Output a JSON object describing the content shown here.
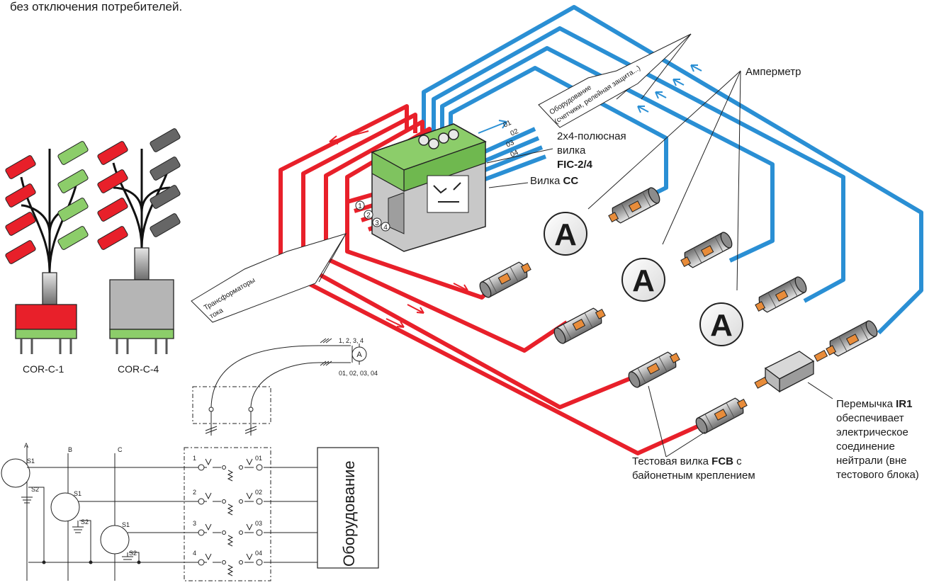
{
  "header": {
    "text": "без отключения потребителей."
  },
  "products": {
    "left_name": "COR-C-1",
    "right_name": "COR-C-4"
  },
  "callouts": {
    "equipment": "Оборудование\n(счетчики, релейная защита...)",
    "transformers": "Трансформаторы\nтока",
    "ammeter": "Амперметр",
    "plug_fic_line1": "2x4-полюсная",
    "plug_fic_line2": "вилка",
    "plug_fic_code": "FIC-2/4",
    "plug_cc_prefix": "Вилка",
    "plug_cc_code": "CC",
    "fcb_prefix": "Тестовая вилка",
    "fcb_code": "FCB",
    "fcb_suffix": "с",
    "fcb_line2": "байонетным креплением",
    "ir1_prefix": "Перемычка",
    "ir1_code": "IR1",
    "ir1_line2": "обеспечивает",
    "ir1_line3": "электрическое",
    "ir1_line4": "соединение",
    "ir1_line5": "нейтрали (вне",
    "ir1_line6": "тестового блока)"
  },
  "wire_numbers": {
    "inputs": [
      "1",
      "2",
      "3",
      "4"
    ],
    "outputs": [
      "01",
      "02",
      "03",
      "04"
    ]
  },
  "ammeter_symbol": "A",
  "schematic": {
    "top_inputs": "1, 2, 3, 4",
    "top_outputs": "01, 02, 03, 04",
    "ammeter_symbol": "A",
    "phases": [
      "A",
      "B",
      "C"
    ],
    "s1": "S1",
    "s2": "S2",
    "equipment": "Оборудование",
    "terminals_in": [
      "1",
      "2",
      "3",
      "4"
    ],
    "terminals_out": [
      "01",
      "02",
      "03",
      "04"
    ]
  },
  "colors": {
    "red": "#e8202a",
    "blue": "#2a8fd4",
    "green": "#8ccd6a",
    "grey": "#b5b5b5"
  }
}
